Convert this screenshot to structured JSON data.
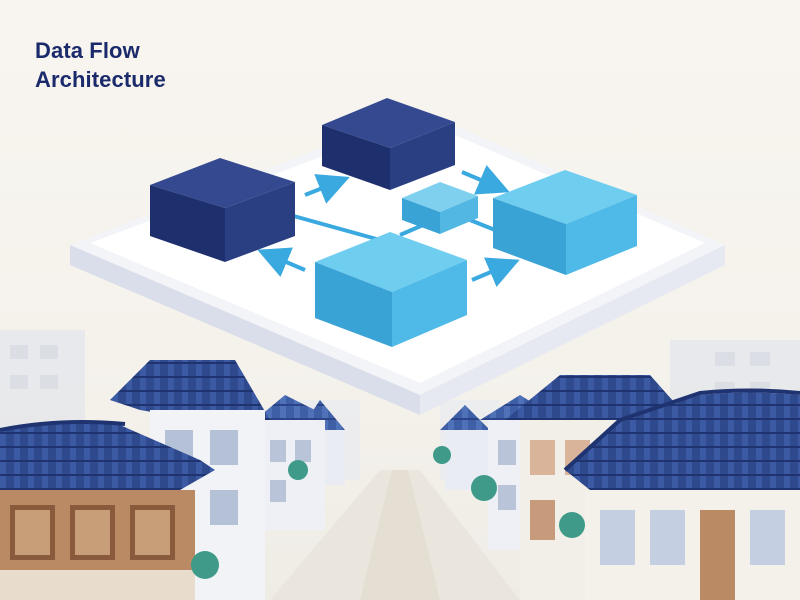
{
  "title": {
    "line1": "Data Flow",
    "line2": "Architecture"
  },
  "colors": {
    "background": "#f7f4ee",
    "title": "#1b2a6b",
    "navy_block": "#253a7e",
    "blue_block": "#46b3e6",
    "arrow": "#3aa9df",
    "platform": "#ffffff",
    "roof": "#2f4a8c",
    "tree": "#3f9a8a"
  },
  "diagram": {
    "blocks": [
      {
        "name": "navy-block-left",
        "tone": "navy"
      },
      {
        "name": "navy-block-top",
        "tone": "navy"
      },
      {
        "name": "small-block-center",
        "tone": "light-blue"
      },
      {
        "name": "blue-block-right",
        "tone": "light-blue"
      },
      {
        "name": "blue-block-front",
        "tone": "light-blue"
      }
    ],
    "arrows": [
      "arrow-left-to-top",
      "arrow-top-to-right",
      "arrow-front-to-left",
      "arrow-front-to-right"
    ]
  },
  "scene": {
    "background": "korean-hanok-street"
  }
}
